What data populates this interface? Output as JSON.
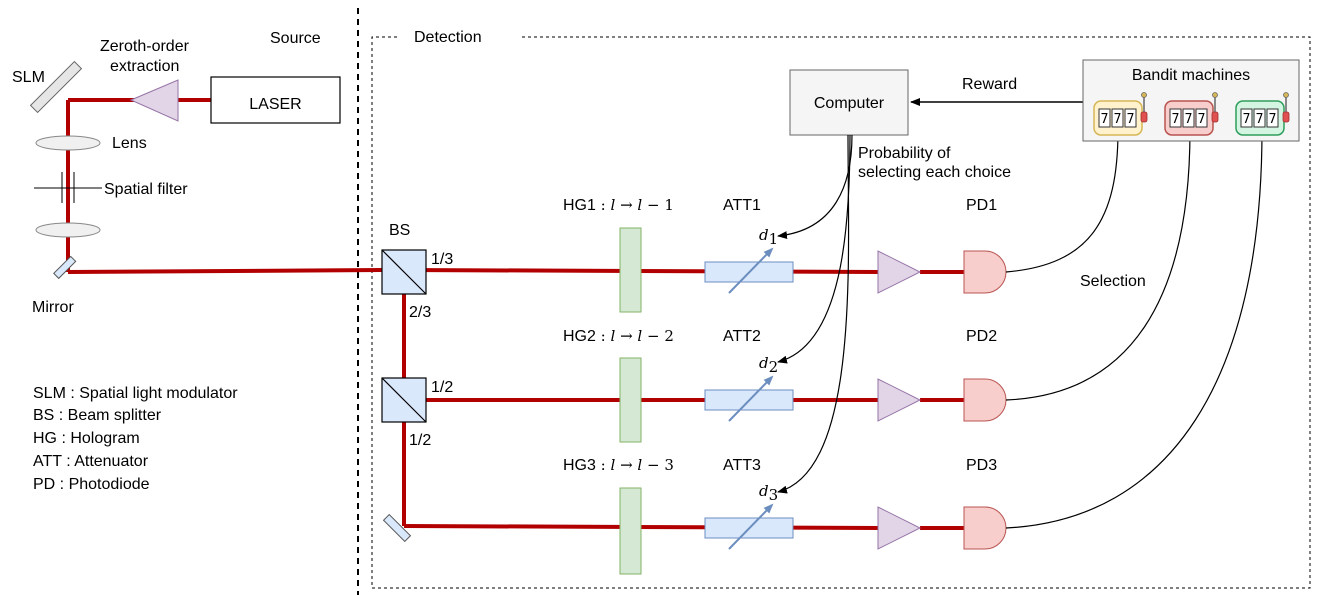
{
  "sections": {
    "source": "Source",
    "detection": "Detection"
  },
  "laser": {
    "label": "LASER"
  },
  "zeroth_order": {
    "line1": "Zeroth-order",
    "line2": "extraction"
  },
  "slm": {
    "label": "SLM"
  },
  "lens": {
    "label": "Lens"
  },
  "spatial_filter": {
    "label": "Spatial filter"
  },
  "mirror": {
    "label": "Mirror"
  },
  "bs": {
    "label": "BS",
    "ratio_top_right": "1/3",
    "ratio_top_down": "2/3",
    "ratio_mid_right": "1/2",
    "ratio_mid_down": "1/2"
  },
  "hologram": {
    "hg1": {
      "name": "HG1",
      "sep": " : ",
      "l": "l",
      "arrow": " → ",
      "rhs_l": "l",
      "rhs_num": " − 1"
    },
    "hg2": {
      "name": "HG2",
      "sep": " : ",
      "l": "l",
      "arrow": " → ",
      "rhs_l": "l",
      "rhs_num": " − 2"
    },
    "hg3": {
      "name": "HG3",
      "sep": " : ",
      "l": "l",
      "arrow": " → ",
      "rhs_l": "l",
      "rhs_num": " − 3"
    }
  },
  "attenuators": [
    {
      "label": "ATT1",
      "d": "d",
      "sub": "1"
    },
    {
      "label": "ATT2",
      "d": "d",
      "sub": "2"
    },
    {
      "label": "ATT3",
      "d": "d",
      "sub": "3"
    }
  ],
  "photodiodes": [
    "PD1",
    "PD2",
    "PD3"
  ],
  "computer": {
    "label": "Computer"
  },
  "reward": {
    "label": "Reward"
  },
  "probability": {
    "line1": "Probability of",
    "line2": "selecting each choice"
  },
  "selection": {
    "label": "Selection"
  },
  "bandit": {
    "title": "Bandit machines",
    "digit": "7"
  },
  "legend": [
    "SLM : Spatial light modulator",
    "BS : Beam splitter",
    "HG : Hologram",
    "ATT : Attenuator",
    "PD : Photodiode"
  ],
  "colors": {
    "beam": "#b20000",
    "slm": "#e6e6e6",
    "prism": "#e1d5e7",
    "bs": "#dae8fc",
    "hologram": "#d5e8d4",
    "photodiode": "#f8cecc",
    "computer": "#f5f5f5",
    "machine_yellow": "#fff2cc",
    "machine_red": "#f8cecc",
    "machine_green": "#d5f5e3"
  }
}
